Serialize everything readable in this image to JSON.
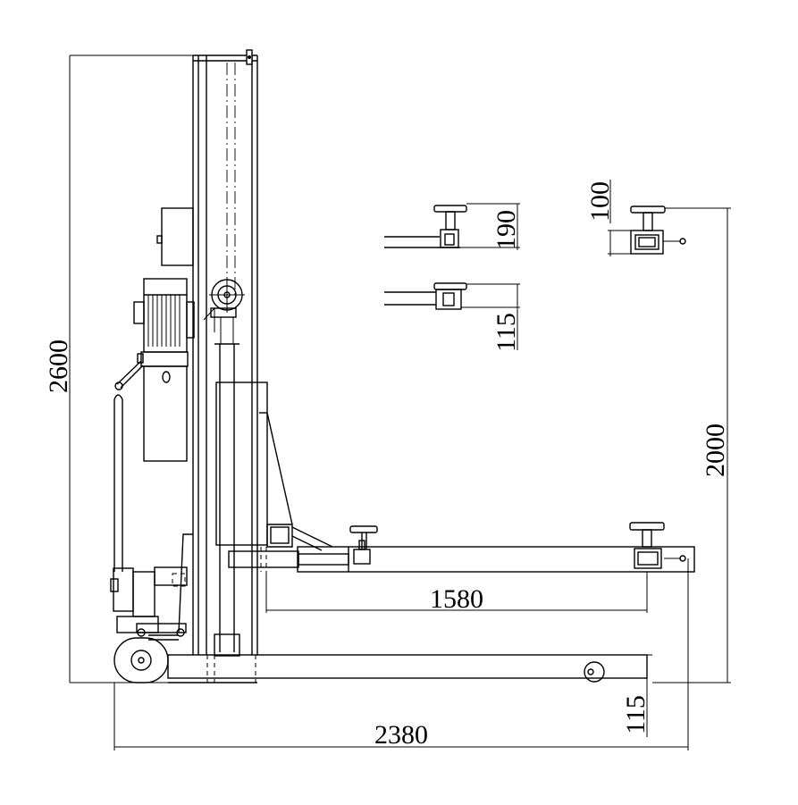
{
  "dimensions": {
    "overall_height": "2600",
    "overall_length": "2380",
    "arm_reach": "1580",
    "lift_height": "2000",
    "base_clearance": "115",
    "pad_height_high": "190",
    "pad_height_low": "115",
    "pad_height_top": "100"
  }
}
